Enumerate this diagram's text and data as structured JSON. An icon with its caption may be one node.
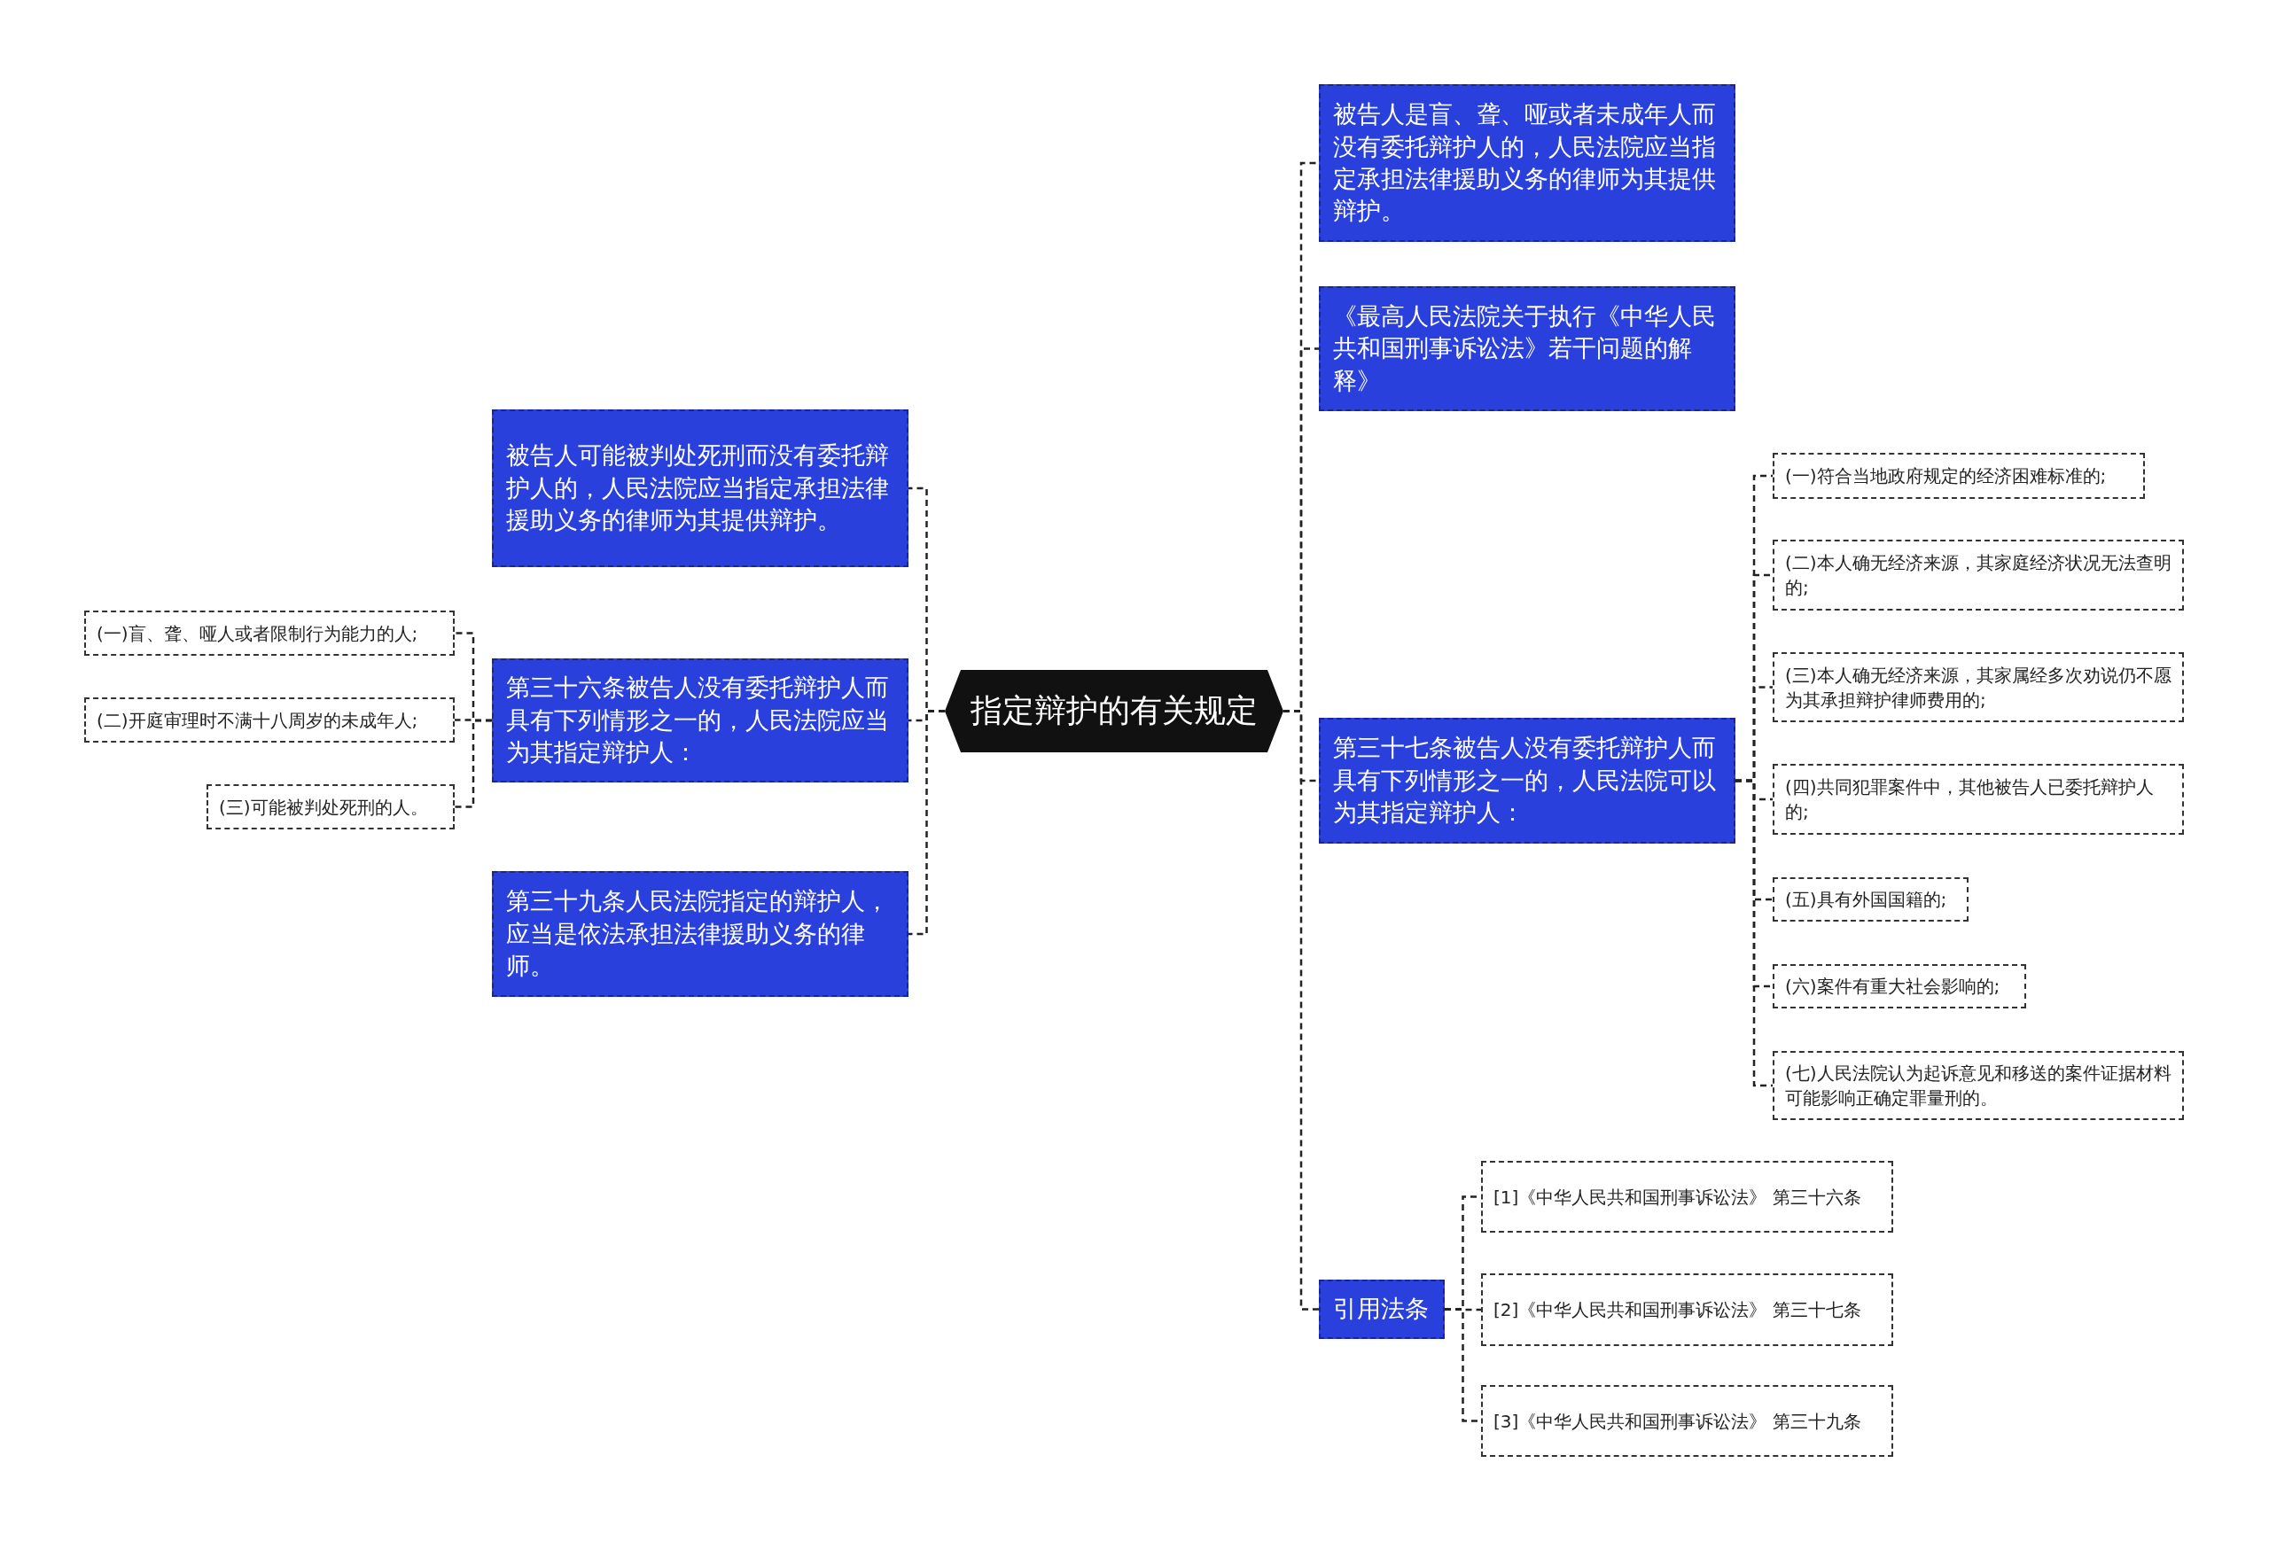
{
  "diagram": {
    "nodes": [
      {
        "text": [
          "指定辩护的有关规定"
        ]
      },
      {
        "text": [
          "被告人可能被判处死刑而没有委托辩护人的，人民法院应当指定承担法律援助义务的律师为其提供辩护。"
        ]
      },
      {
        "text": [
          "第三十六条被告人没有委托辩护人而具有下列情形之一的，人民法院应当为其指定辩护人："
        ]
      },
      {
        "text": [
          "(一)盲、聋、哑人或者限制行为能力的人;"
        ]
      },
      {
        "text": [
          "(二)开庭审理时不满十八周岁的未成年人;"
        ]
      },
      {
        "text": [
          "(三)可能被判处死刑的人。"
        ]
      },
      {
        "text": [
          "第三十九条人民法院指定的辩护人，应当是依法承担法律援助义务的律师。"
        ]
      },
      {
        "text": [
          "被告人是盲、聋、哑或者未成年人而没有委托辩护人的，人民法院应当指定承担法律援助义务的律师为其提供辩护。"
        ]
      },
      {
        "text": [
          "《最高人民法院关于执行《中华人民共和国刑事诉讼法》若干问题的解释》"
        ]
      },
      {
        "text": [
          "第三十七条被告人没有委托辩护人而具有下列情形之一的，人民法院可以为其指定辩护人："
        ]
      },
      {
        "text": [
          "(一)符合当地政府规定的经济困难标准的;"
        ]
      },
      {
        "text": [
          "(二)本人确无经济来源，其家庭经济状况无法查明的;"
        ]
      },
      {
        "text": [
          "(三)本人确无经济来源，其家属经多次劝说仍不愿为其承担辩护律师费用的;"
        ]
      },
      {
        "text": [
          "(四)共同犯罪案件中，其他被告人已委托辩护人的;"
        ]
      },
      {
        "text": [
          "(五)具有外国国籍的;"
        ]
      },
      {
        "text": [
          "(六)案件有重大社会影响的;"
        ]
      },
      {
        "text": [
          "(七)人民法院认为起诉意见和移送的案件证据材料可能影响正确定罪量刑的。"
        ]
      },
      {
        "text": [
          "引用法条"
        ]
      },
      {
        "text": [
          "[1]《中华人民共和国刑事诉讼法》 第三十六条"
        ]
      },
      {
        "text": [
          "[2]《中华人民共和国刑事诉讼法》 第三十七条"
        ]
      },
      {
        "text": [
          "[3]《中华人民共和国刑事诉讼法》 第三十九条"
        ]
      }
    ],
    "edges": [
      {
        "from": 0,
        "to": 1,
        "arrow": "none"
      },
      {
        "from": 0,
        "to": 2,
        "arrow": "none"
      },
      {
        "from": 0,
        "to": 6,
        "arrow": "none"
      },
      {
        "from": 2,
        "to": 3,
        "arrow": "none"
      },
      {
        "from": 2,
        "to": 4,
        "arrow": "none"
      },
      {
        "from": 2,
        "to": 5,
        "arrow": "none"
      },
      {
        "from": 0,
        "to": 7,
        "arrow": "none"
      },
      {
        "from": 0,
        "to": 8,
        "arrow": "none"
      },
      {
        "from": 0,
        "to": 9,
        "arrow": "none"
      },
      {
        "from": 0,
        "to": 17,
        "arrow": "none"
      },
      {
        "from": 9,
        "to": 10,
        "arrow": "none"
      },
      {
        "from": 9,
        "to": 11,
        "arrow": "none"
      },
      {
        "from": 9,
        "to": 12,
        "arrow": "none"
      },
      {
        "from": 9,
        "to": 13,
        "arrow": "none"
      },
      {
        "from": 9,
        "to": 14,
        "arrow": "none"
      },
      {
        "from": 9,
        "to": 15,
        "arrow": "none"
      },
      {
        "from": 9,
        "to": 16,
        "arrow": "none"
      },
      {
        "from": 17,
        "to": 18,
        "arrow": "none"
      },
      {
        "from": 17,
        "to": 19,
        "arrow": "none"
      },
      {
        "from": 17,
        "to": 20,
        "arrow": "none"
      }
    ]
  }
}
